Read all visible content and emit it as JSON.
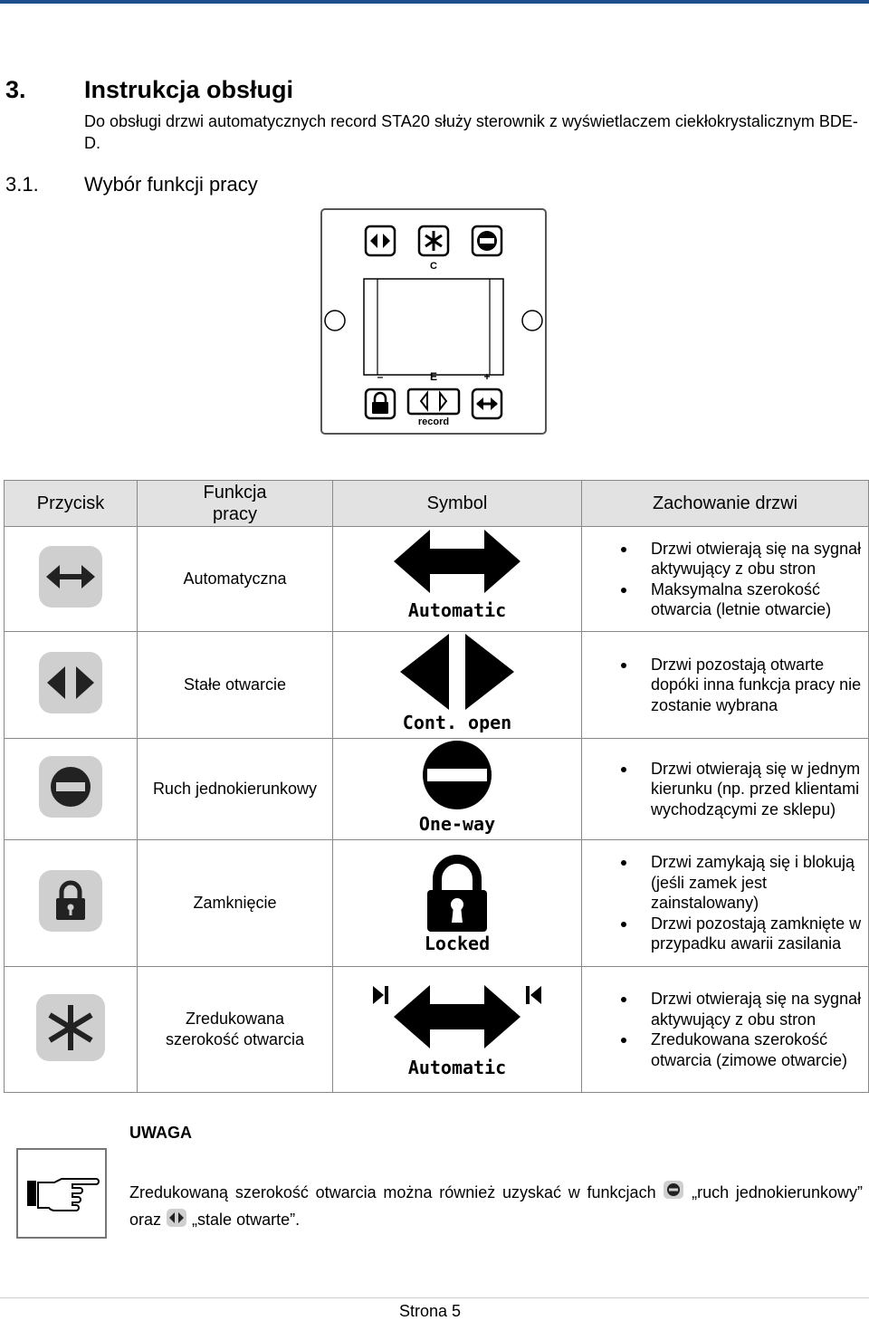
{
  "section": {
    "number": "3.",
    "title": "Instrukcja obsługi",
    "intro": "Do obsługi drzwi automatycznych record STA20 służy sterownik z wyświetlaczem ciekłokrystalicznym BDE-D."
  },
  "subsection": {
    "number": "3.1.",
    "title": "Wybór funkcji pracy"
  },
  "panel": {
    "key_c": "C",
    "key_minus": "–",
    "key_e": "E",
    "key_plus": "+",
    "brand": "record",
    "icons": [
      "cont-open-icon",
      "reduced-width-icon",
      "one-way-icon",
      "lock-icon",
      "record-logo-icon",
      "automatic-icon"
    ]
  },
  "table": {
    "headers": [
      "Przycisk",
      "Funkcja pracy",
      "Symbol",
      "Zachowanie drzwi"
    ],
    "rows": [
      {
        "function": "Automatyczna",
        "button_icon": "automatic-arrow-icon",
        "symbol_label": "Automatic",
        "behavior": [
          "Drzwi otwierają się na sygnał aktywujący z obu stron",
          "Maksymalna szerokość otwarcia (letnie otwarcie)"
        ]
      },
      {
        "function": "Stałe otwarcie",
        "button_icon": "cont-open-icon",
        "symbol_label": "Cont. open",
        "behavior": [
          "Drzwi pozostają otwarte dopóki inna funkcja pracy nie zostanie wybrana"
        ]
      },
      {
        "function": "Ruch jednokierunkowy",
        "button_icon": "one-way-icon",
        "symbol_label": "One-way",
        "behavior": [
          "Drzwi otwierają się w jednym kierunku (np. przed klientami wychodzącymi ze sklepu)"
        ]
      },
      {
        "function": "Zamknięcie",
        "button_icon": "lock-icon",
        "symbol_label": "Locked",
        "behavior": [
          "Drzwi zamykają się i blokują (jeśli zamek jest zainstalowany)",
          "Drzwi pozostają zamknięte w przypadku awarii zasilania"
        ]
      },
      {
        "function": "Zredukowana szerokość otwarcia",
        "button_icon": "reduced-width-icon",
        "symbol_label": "Automatic",
        "behavior": [
          "Drzwi otwierają się na sygnał aktywujący z obu stron",
          "Zredukowana szerokość otwarcia (zimowe otwarcie)"
        ]
      }
    ]
  },
  "note": {
    "heading": "UWAGA",
    "text_part1": "Zredukowaną szerokość otwarcia można również uzyskać w funkcjach",
    "text_part2": "„ruch jednokierunkowy” oraz",
    "text_part3": "„stale otwarte”.",
    "icon": "pointing-hand-icon"
  },
  "footer": {
    "page": "Strona 5"
  }
}
